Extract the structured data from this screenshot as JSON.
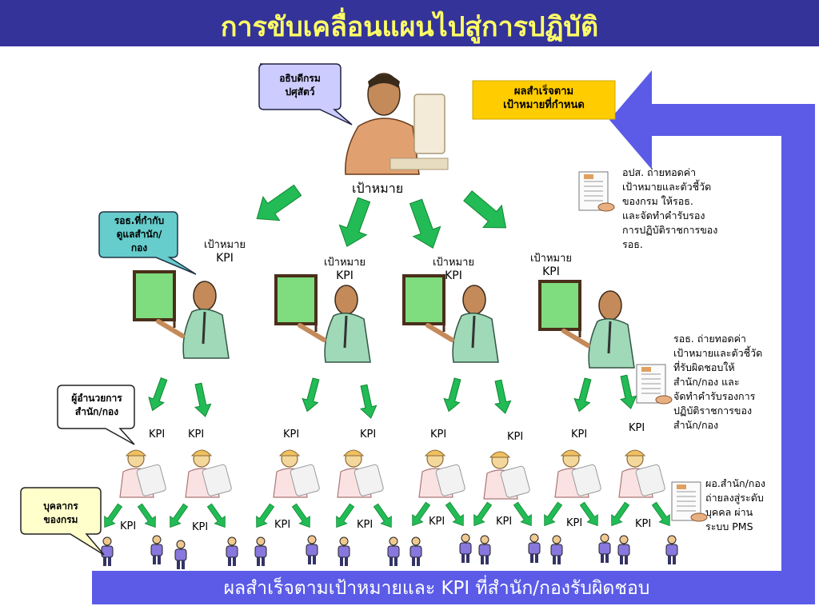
{
  "title": "การขับเคลื่อนแผนไปสู่การปฏิบัติ",
  "footer": "ผลสำเร็จตามเป้าหมายและ KPI ที่สำนัก/กองรับผิดชอบ",
  "callouts": {
    "director_line1": "อธิบดีกรม",
    "director_line2": "ปศุสัตว์",
    "deputy_line1": "รอธ.ที่กำกับ",
    "deputy_line2": "ดูแลสำนัก/",
    "deputy_line3": "กอง",
    "manager_line1": "ผู้อำนวยการ",
    "manager_line2": "สำนัก/กอง",
    "staff_line1": "บุคลากร",
    "staff_line2": "ของกรม"
  },
  "result_box": {
    "line1": "ผลสำเร็จตาม",
    "line2": "เป้าหมายที่กำหนด"
  },
  "top_goal": "เป้าหมาย",
  "goal_kpi_labels": [
    {
      "line1": "เป้าหมาย",
      "line2": "KPI"
    },
    {
      "line1": "เป้าหมาย",
      "line2": "KPI"
    },
    {
      "line1": "เป้าหมาย",
      "line2": "KPI"
    },
    {
      "line1": "เป้าหมาย",
      "line2": "KPI"
    }
  ],
  "kpi_text": "KPI",
  "notes": {
    "note1": [
      "อปส. ถ่ายทอดค่า",
      "เป้าหมายและตัวชี้วัด",
      "ของกรม ให้รอธ.",
      "และจัดทำคำรับรอง",
      "การปฏิบัติราชการของ",
      "รอธ."
    ],
    "note2": [
      "รอธ. ถ่ายทอดค่า",
      "เป้าหมายและตัวชี้วัด",
      "ที่รับผิดชอบให้",
      "สำนัก/กอง และ",
      "จัดทำคำรับรองการ",
      "ปฏิบัติราชการของ",
      "สำนัก/กอง"
    ],
    "note3": [
      "ผอ.สำนัก/กอง",
      "ถ่ายลงสู่ระดับ",
      "บุคคล ผ่าน",
      "ระบบ PMS"
    ]
  },
  "colors": {
    "title_bg": "#333399",
    "title_text": "#ffff66",
    "bar_blue": "#5b5be8",
    "arrow_green": "#22bb55",
    "result_box": "#ffcc00",
    "callout_lavender": "#ccccff",
    "callout_teal": "#66cccc",
    "callout_cream": "#ffffcc"
  }
}
